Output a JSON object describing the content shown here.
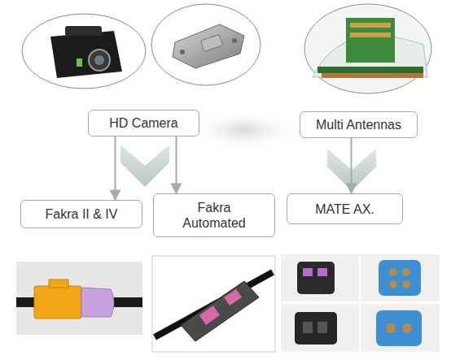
{
  "diagram": {
    "nodes": [
      {
        "text": [
          "HD Camera"
        ]
      },
      {
        "text": [
          "Multi Antennas"
        ]
      },
      {
        "text": [
          "Fakra II & IV"
        ]
      },
      {
        "text": [
          "Fakra Automated"
        ]
      },
      {
        "text": [
          "MATE AX."
        ]
      }
    ],
    "edges": [
      {
        "from": 0,
        "to": 2,
        "arrow": "to"
      },
      {
        "from": 0,
        "to": 3,
        "arrow": "to"
      },
      {
        "from": 1,
        "to": 4,
        "arrow": "to"
      }
    ]
  }
}
